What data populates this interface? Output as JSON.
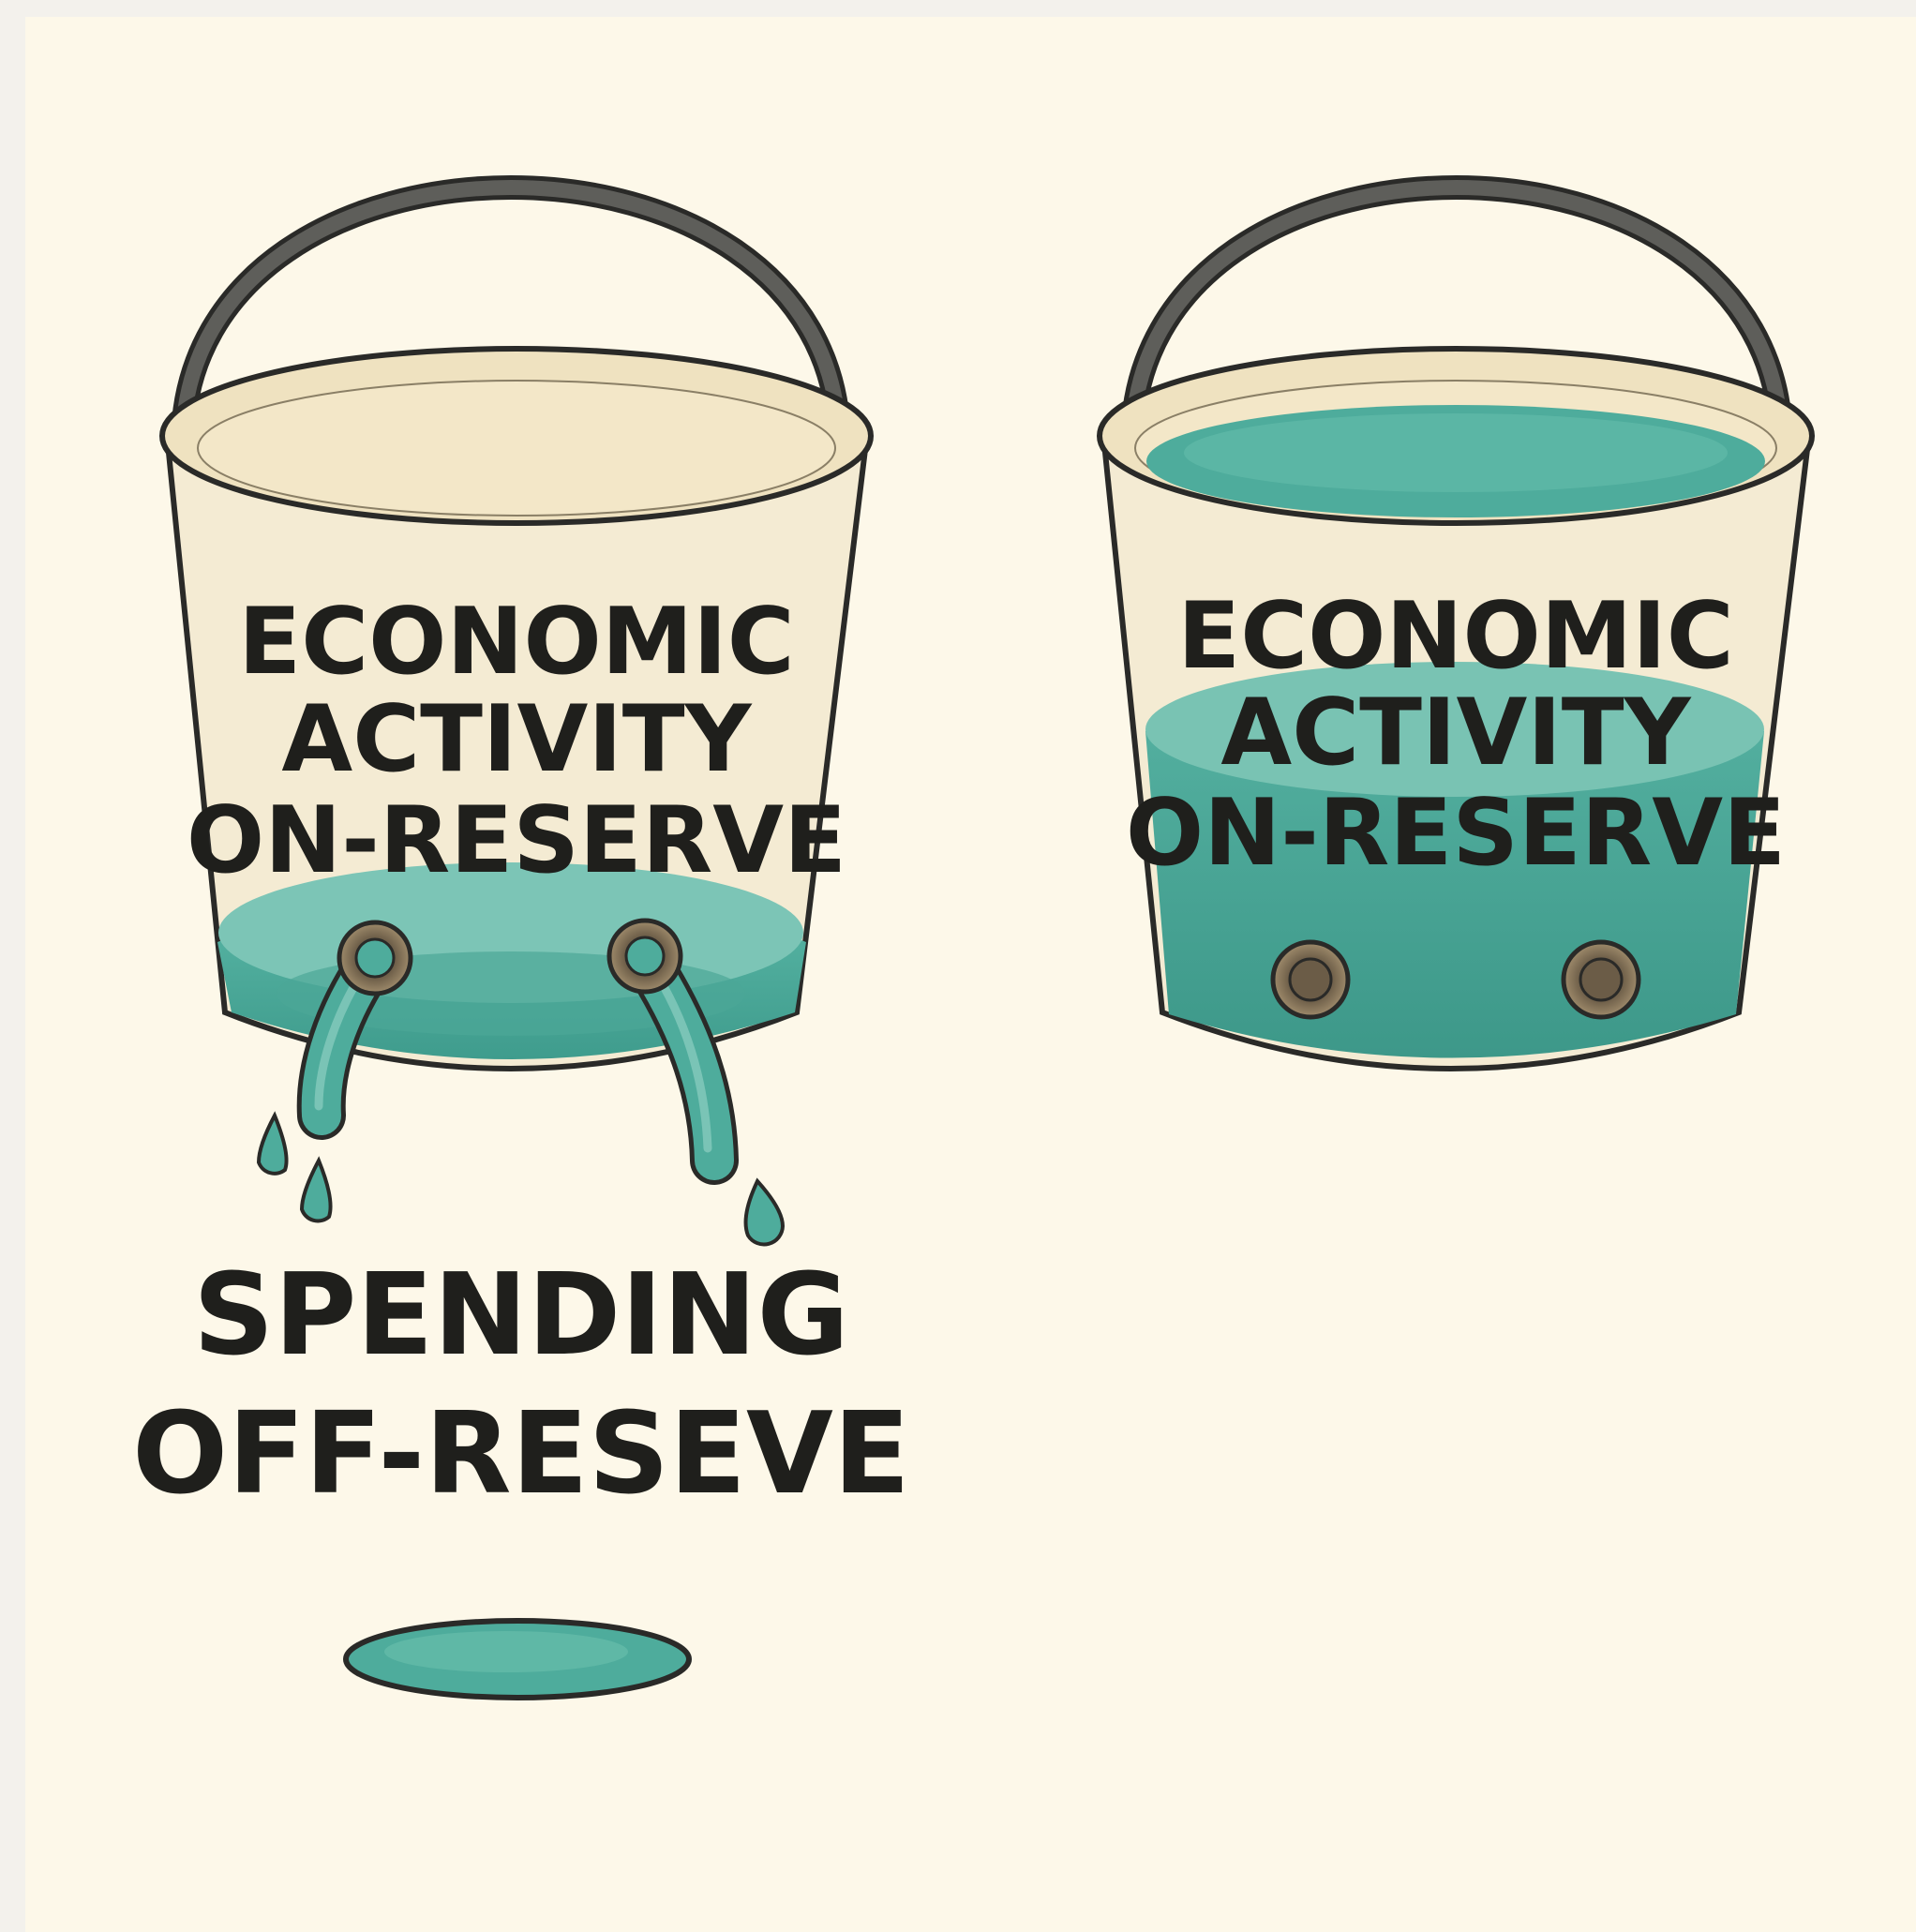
{
  "colors": {
    "page_border": "#f3f1ec",
    "background": "#fdf8e9",
    "bucket_body": "#f4ebd3",
    "bucket_inner": "#f2e5c4",
    "bucket_outline": "#2a2a28",
    "handle": "#5a5a56",
    "water": "#4eac9c",
    "water_light": "#7cc5b6",
    "water_dark": "#3a9486",
    "fitting": "#7a6a52",
    "text": "#1f1f1c"
  },
  "left_bucket": {
    "label_line1": "ECONOMIC",
    "label_line2": "ACTIVITY",
    "label_line3": "ON-RESERVE",
    "water_level": "low",
    "leaking": true,
    "pipes": 2
  },
  "right_bucket": {
    "label_line1": "ECONOMIC",
    "label_line2": "ACTIVITY",
    "label_line3": "ON-RESERVE",
    "water_level": "high",
    "leaking": false,
    "plugs": 2
  },
  "spending_label": {
    "line1": "SPENDING",
    "line2": "OFF-RESEVE"
  }
}
